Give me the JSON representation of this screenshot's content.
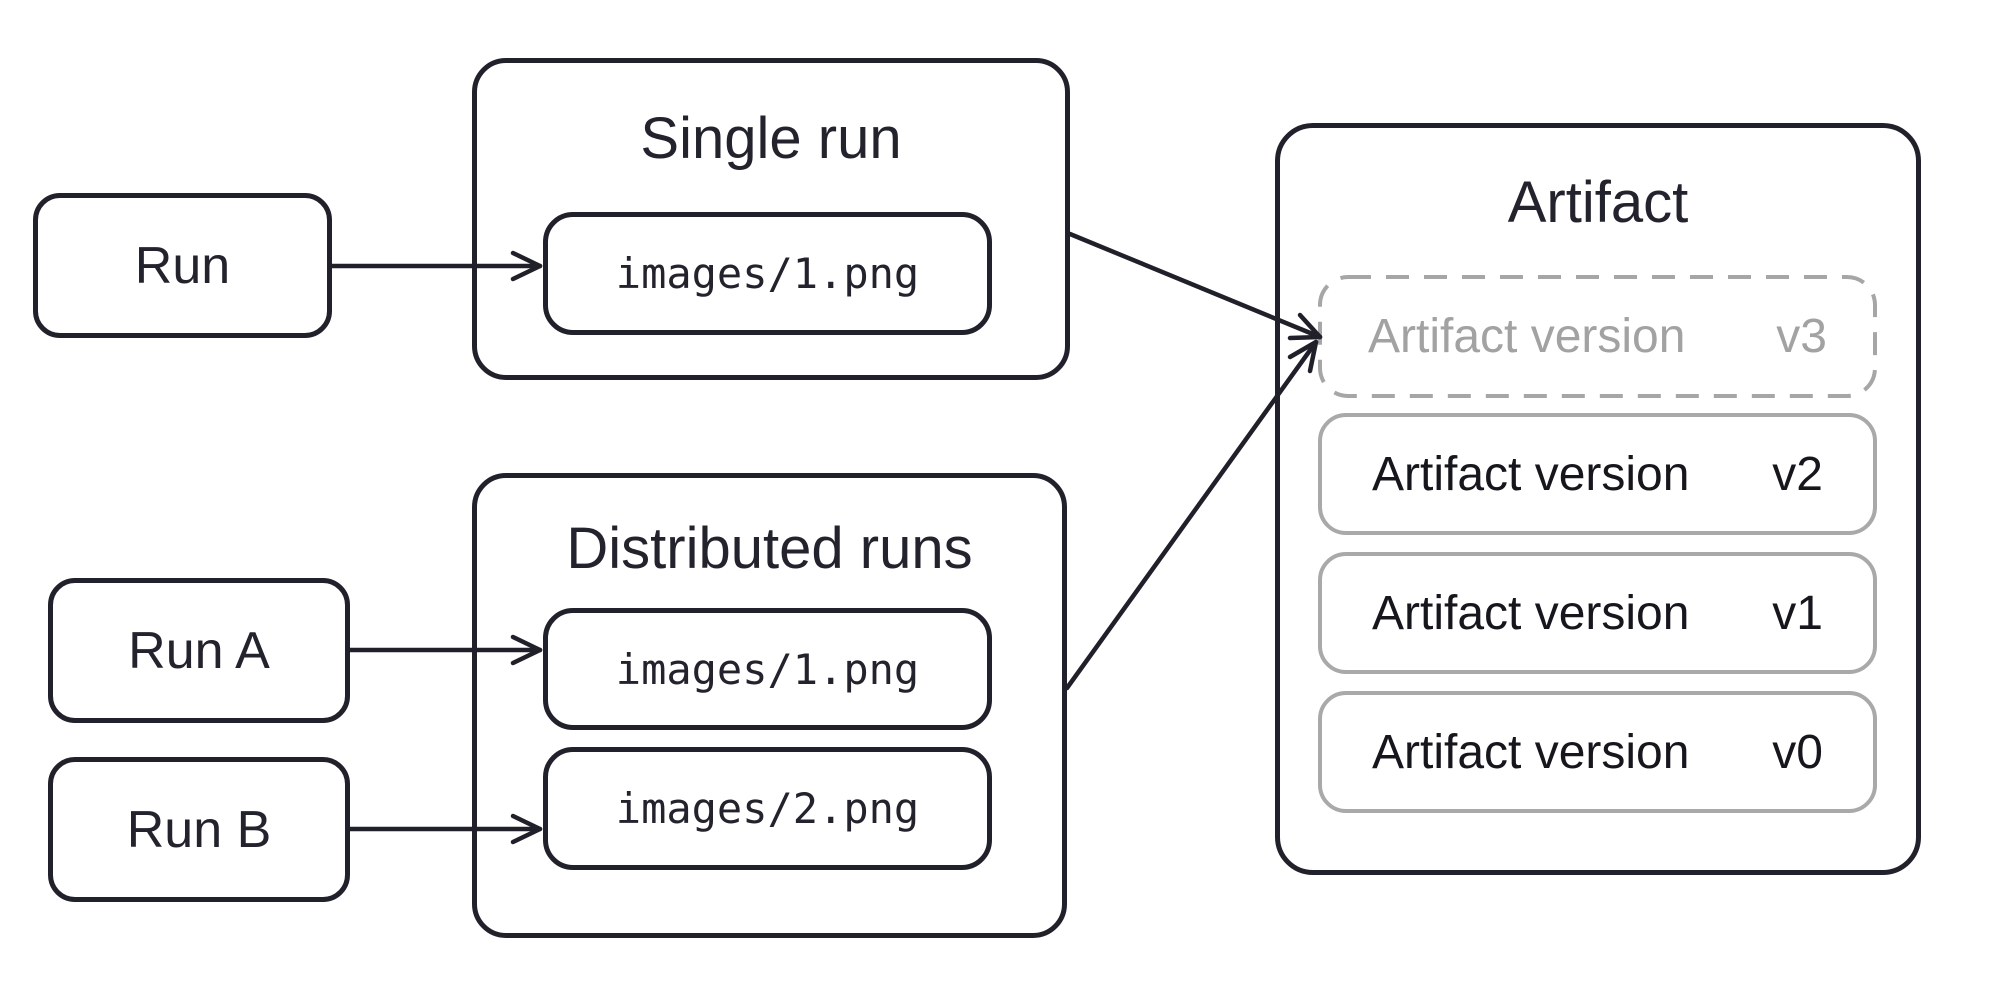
{
  "diagram": {
    "run_node": {
      "label": "Run"
    },
    "run_a_node": {
      "label": "Run A"
    },
    "run_b_node": {
      "label": "Run B"
    },
    "single_run_group": {
      "title": "Single run",
      "file": "images/1.png"
    },
    "distributed_group": {
      "title": "Distributed runs",
      "files": [
        "images/1.png",
        "images/2.png"
      ]
    },
    "artifact_panel": {
      "title": "Artifact",
      "versions": [
        {
          "label": "Artifact version",
          "tag": "v3",
          "state": "pending"
        },
        {
          "label": "Artifact version",
          "tag": "v2",
          "state": "committed"
        },
        {
          "label": "Artifact version",
          "tag": "v1",
          "state": "committed"
        },
        {
          "label": "Artifact version",
          "tag": "v0",
          "state": "committed"
        }
      ]
    },
    "colors": {
      "ink": "#21212b",
      "arrow": "#20202a",
      "gray_border": "#a9a9a9",
      "gray_dashed": "#a6a6a6",
      "gray_text": "#a2a2a2",
      "background": "#ffffff"
    }
  }
}
